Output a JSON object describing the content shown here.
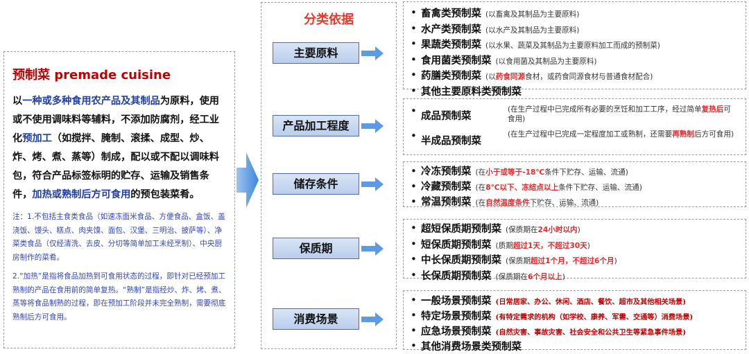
{
  "definition": {
    "title": "预制菜 premade cuisine",
    "body": {
      "t1": "以",
      "b1": "一种或多种食用农产品及其制品",
      "t2": "为原料，使用或不使用调味料等辅料，不添加防腐剂，经工业化",
      "b2": "预加工",
      "t3": "（如搅拌、腌制、滚揉、成型、炒、炸、烤、煮、蒸等）制成，配以或不配以调味料包，符合产品标签标明的贮存、运输及销售条件，",
      "b3": "加热或熟制后方可食用",
      "t4": "的预包装菜肴。"
    },
    "note1": "注：1.不包括主食类食品（如速冻面米食品、方便食品、盒饭、盖浇饭、馒头、糕点、肉夹馍、面包、汉堡、三明治、披萨等）、净菜类食品（仅经清洗、去皮、分切等简单加工未经烹制）、中央厨房制作的菜肴。",
    "note2": "2.“加热”是指将食品加热到可食用状态的过程，即针对已经预加工熟制的产品在食用前的简单复热。“熟制”是指经炒、炸、烤、煮、蒸等将食品制熟的过程，即在预加工阶段并未完全熟制，需要彻底熟制后方可食用。"
  },
  "basis": {
    "title": "分类依据",
    "categories": [
      "主要原料",
      "产品加工程度",
      "储存条件",
      "保质期",
      "消费场景"
    ]
  },
  "groups": {
    "raw": [
      {
        "name": "畜禽类预制菜",
        "desc": "(以畜禽及其制品为主要原料)"
      },
      {
        "name": "水产类预制菜",
        "desc": "(以水产及其制品为主要原料)"
      },
      {
        "name": "果蔬类预制菜",
        "desc": "(以水果、蔬菜及其制品为主要原料加工而成的预制菜)"
      },
      {
        "name": "食用菌类预制菜",
        "desc": "(以食用菌及其制品为主要原料)"
      },
      {
        "name": "药膳类预制菜",
        "desc_a": "(以",
        "desc_b": "药食同源",
        "desc_c": "食材，或药食同源食材与普通食材配合)"
      },
      {
        "name": "其他主要原料类预制菜"
      }
    ],
    "processing": [
      {
        "name": "成品预制菜",
        "desc_a": "(在生产过程中已完成所有必要的烹饪和加工工序，经过简单",
        "desc_b": "复热后",
        "desc_c": "可食用)"
      },
      {
        "name": "半成品预制菜",
        "desc_a": "(在生产过程中已完成一定程度加工或熟制，还需要",
        "desc_b": "再熟制",
        "desc_c": "后方可食用)"
      }
    ],
    "storage": [
      {
        "name": "冷冻预制菜",
        "desc_a": "(在",
        "desc_b": "小于或等于-18℃",
        "desc_c": "条件下贮存、运输、流通)"
      },
      {
        "name": "冷藏预制菜",
        "desc_a": "(在",
        "desc_b": "8℃以下、冻结点以上",
        "desc_c": "条件下贮存、运输、流通)"
      },
      {
        "name": "常温预制菜",
        "desc_a": "(在",
        "desc_b": "自然温度条件",
        "desc_c": "下贮存、运输、流通)"
      }
    ],
    "shelf": [
      {
        "name": "超短保质期预制菜",
        "desc_a": "(保质期在",
        "desc_b": "24小时以内",
        "desc_c": ")"
      },
      {
        "name": "短保质期预制菜",
        "desc_a": "(质期",
        "desc_b": "超过1天，不超过30天",
        "desc_c": ")"
      },
      {
        "name": "中长保质期预制菜",
        "desc_a": "(保质期",
        "desc_b": "超过1个月，不超过6个月",
        "desc_c": ")"
      },
      {
        "name": "长保质期预制菜",
        "desc_a": "(保质期在",
        "desc_b": "6个月以上",
        "desc_c": ")"
      }
    ],
    "scene": [
      {
        "name": "一般场景预制菜",
        "desc": "(日常居家、办公、休闲、酒店、餐饮、超市及其他相关场景)"
      },
      {
        "name": "特定场景预制菜",
        "desc": "(有特定需求的机构（如学校、康养、军需、交通等）消费场景)"
      },
      {
        "name": "应急场景预制菜",
        "desc": "(自然灾害、事故灾害、社会安全和公共卫生等紧急事件场景)"
      },
      {
        "name": "其他消费场景类预制菜"
      }
    ]
  },
  "colors": {
    "accent_red": "#c00000",
    "category_fill": "#c9d9f0",
    "arrow_blue": "#4a90e2",
    "definition_blue": "#1f3ea8"
  }
}
